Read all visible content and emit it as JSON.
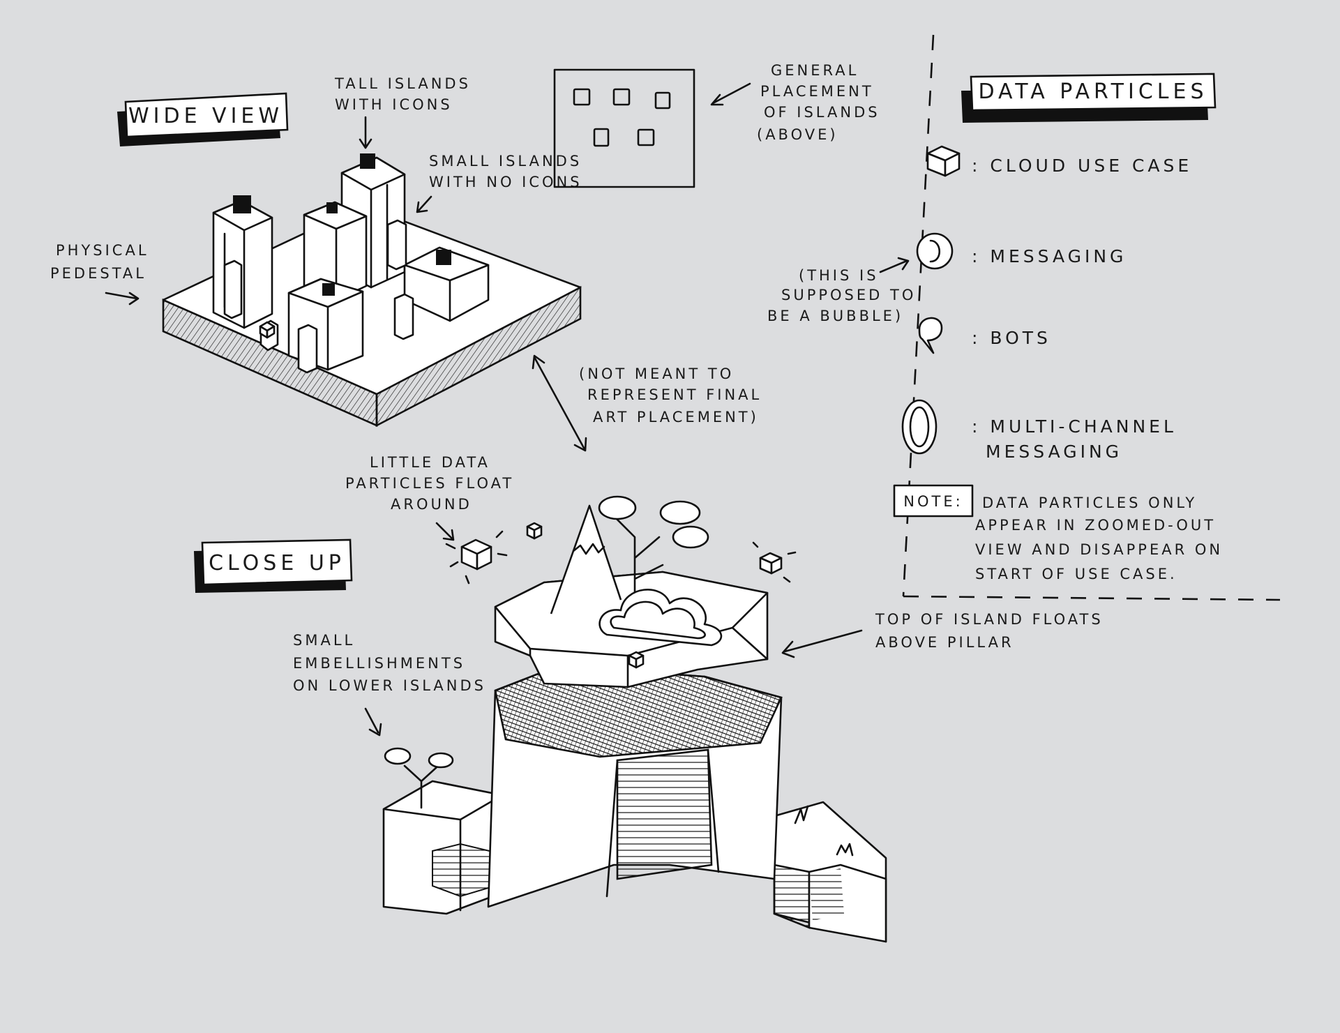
{
  "labels": {
    "wide_view": "WIDE VIEW",
    "close_up": "CLOSE UP",
    "data_particles": "DATA PARTICLES",
    "note_tag": "NOTE:"
  },
  "annotations": {
    "tall_islands": [
      "TALL ISLANDS",
      "WITH ICONS"
    ],
    "small_islands": [
      "SMALL ISLANDS",
      "WITH NO ICONS"
    ],
    "general_placement": [
      "GENERAL",
      "PLACEMENT",
      "OF ISLANDS",
      "(ABOVE)"
    ],
    "physical_pedestal": [
      "PHYSICAL",
      "PEDESTAL"
    ],
    "not_meant": [
      "(NOT MEANT TO",
      "REPRESENT FINAL",
      "ART PLACEMENT)"
    ],
    "little_particles": [
      "LITTLE DATA",
      "PARTICLES FLOAT",
      "AROUND"
    ],
    "small_embellishments": [
      "SMALL",
      "EMBELLISHMENTS",
      "ON LOWER ISLANDS"
    ],
    "top_floats": [
      "TOP OF ISLAND FLOATS",
      "ABOVE PILLAR"
    ],
    "bubble_note": [
      "(THIS IS",
      "SUPPOSED TO",
      "BE A BUBBLE)"
    ]
  },
  "legend": [
    {
      "icon": "cube-icon",
      "text": [
        ": CLOUD USE CASE"
      ]
    },
    {
      "icon": "bubble-icon",
      "text": [
        ": MESSAGING"
      ]
    },
    {
      "icon": "speech-bubble-icon",
      "text": [
        ": BOTS"
      ]
    },
    {
      "icon": "ring-icon",
      "text": [
        ": MULTI-CHANNEL",
        "MESSAGING"
      ]
    }
  ],
  "note": [
    "DATA PARTICLES ONLY",
    "APPEAR IN ZOOMED-OUT",
    "VIEW AND DISAPPEAR ON",
    "START OF USE CASE."
  ]
}
